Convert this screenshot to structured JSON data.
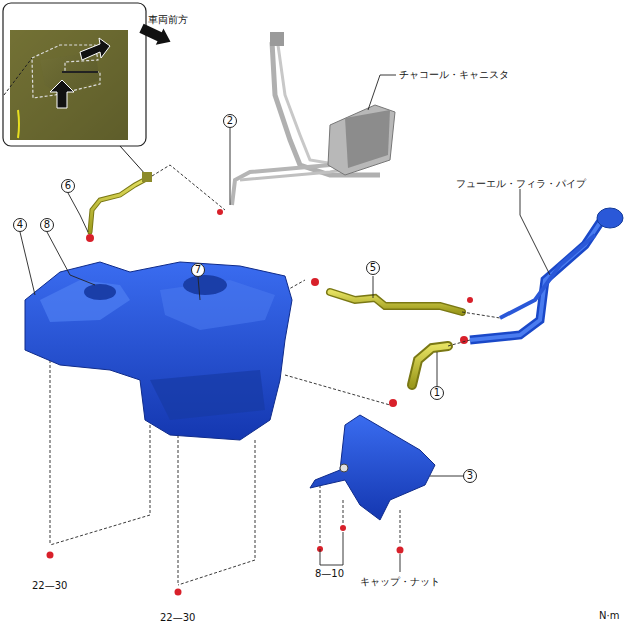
{
  "diagram": {
    "nodes": [
      {
        "text": [
          "2"
        ]
      },
      {
        "text": [
          "6"
        ]
      },
      {
        "text": [
          "4"
        ]
      },
      {
        "text": [
          "8"
        ]
      },
      {
        "text": [
          "5"
        ]
      },
      {
        "text": [
          "7"
        ]
      },
      {
        "text": [
          "1"
        ]
      },
      {
        "text": [
          "3"
        ]
      }
    ],
    "labels": [
      "車両前方",
      "チャコール・キャニスタ",
      "フューエル・フィラ・パイプ",
      "22—30",
      "22—30",
      "8—10",
      "キャップ・ナット",
      "N·m"
    ]
  }
}
